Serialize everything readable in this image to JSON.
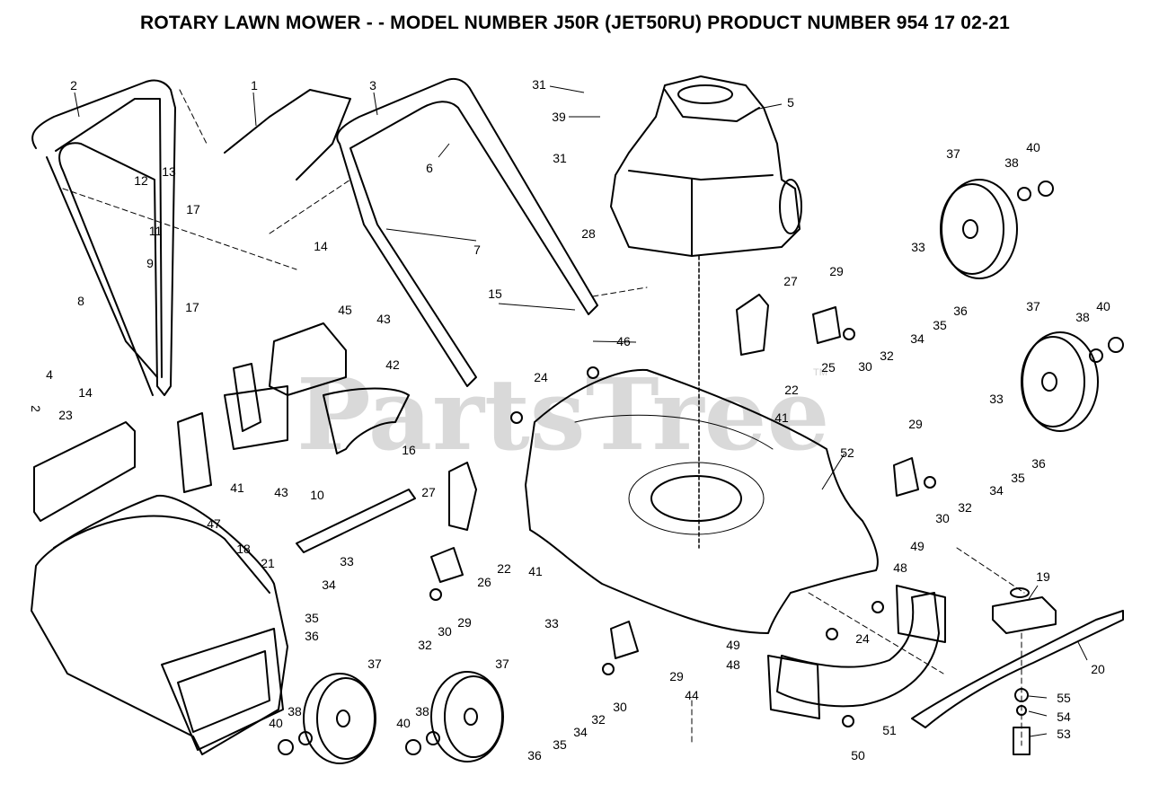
{
  "title": "ROTARY LAWN MOWER - - MODEL NUMBER J50R  (JET50RU) PRODUCT NUMBER 954 17 02-21",
  "watermark": "PartsTree",
  "watermark_tm": "TM",
  "side_mark": "2",
  "labels": {
    "p1": "1",
    "p2": "2",
    "p3": "3",
    "p4": "4",
    "p5": "5",
    "p6": "6",
    "p7": "7",
    "p8": "8",
    "p9": "9",
    "p10": "10",
    "p11": "11",
    "p12": "12",
    "p13": "13",
    "p14a": "14",
    "p14b": "14",
    "p15": "15",
    "p16": "16",
    "p17a": "17",
    "p17b": "17",
    "p18": "18",
    "p19": "19",
    "p20": "20",
    "p21": "21",
    "p22a": "22",
    "p22b": "22",
    "p23": "23",
    "p24a": "24",
    "p24b": "24",
    "p25": "25",
    "p26": "26",
    "p27a": "27",
    "p27b": "27",
    "p28": "28",
    "p29a": "29",
    "p29b": "29",
    "p29c": "29",
    "p29d": "29",
    "p30a": "30",
    "p30b": "30",
    "p30c": "30",
    "p30d": "30",
    "p31a": "31",
    "p31b": "31",
    "p32a": "32",
    "p32b": "32",
    "p32c": "32",
    "p32d": "32",
    "p33a": "33",
    "p33b": "33",
    "p33c": "33",
    "p33d": "33",
    "p34a": "34",
    "p34b": "34",
    "p34c": "34",
    "p34d": "34",
    "p35a": "35",
    "p35b": "35",
    "p35c": "35",
    "p35d": "35",
    "p36a": "36",
    "p36b": "36",
    "p36c": "36",
    "p36d": "36",
    "p37a": "37",
    "p37b": "37",
    "p37c": "37",
    "p37d": "37",
    "p38a": "38",
    "p38b": "38",
    "p38c": "38",
    "p38d": "38",
    "p39": "39",
    "p40a": "40",
    "p40b": "40",
    "p40c": "40",
    "p40d": "40",
    "p41a": "41",
    "p41b": "41",
    "p41c": "41",
    "p42": "42",
    "p43a": "43",
    "p43b": "43",
    "p44": "44",
    "p45": "45",
    "p46": "46",
    "p47": "47",
    "p48a": "48",
    "p48b": "48",
    "p49a": "49",
    "p49b": "49",
    "p50": "50",
    "p51": "51",
    "p52": "52",
    "p53": "53",
    "p54": "54",
    "p55": "55"
  }
}
